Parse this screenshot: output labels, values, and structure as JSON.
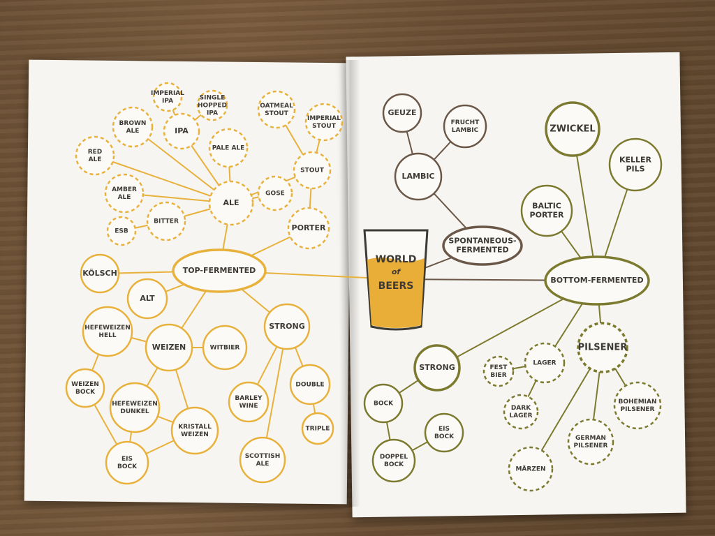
{
  "colors": {
    "top": "#e8b13c",
    "bottom": "#7c7a2f",
    "spont": "#6b5747",
    "glass": "#e9ae38"
  },
  "hub": {
    "line1": "WORLD",
    "line2": "of",
    "line3": "BEERS"
  },
  "nodes": {
    "top_fermented": "TOP-FERMENTED",
    "bottom_fermented": "BOTTOM-FERMENTED",
    "spontaneous": [
      "SPONTANEOUS-",
      "FERMENTED"
    ],
    "ale": "ALE",
    "imperial_ipa": [
      "IMPERIAL",
      "IPA"
    ],
    "single_hopped_ipa": [
      "SINGLE",
      "HOPPED",
      "IPA"
    ],
    "brown_ale": [
      "BROWN",
      "ALE"
    ],
    "ipa": "IPA",
    "pale_ale": "PALE ALE",
    "red_ale": [
      "RED",
      "ALE"
    ],
    "amber_ale": [
      "AMBER",
      "ALE"
    ],
    "bitter": "BITTER",
    "esb": "ESB",
    "oatmeal_stout": [
      "OATMEAL",
      "STOUT"
    ],
    "imperial_stout": [
      "IMPERIAL",
      "STOUT"
    ],
    "stout": "STOUT",
    "gose": "GOSE",
    "porter": "PORTER",
    "kolsch": "KÖLSCH",
    "alt": "ALT",
    "weizen": "WEIZEN",
    "hefeweizen_hell": [
      "HEFEWEIZEN",
      "HELL"
    ],
    "witbier": "WITBIER",
    "weizen_bock": [
      "WEIZEN",
      "BOCK"
    ],
    "hefeweizen_dunkel": [
      "HEFEWEIZEN",
      "DUNKEL"
    ],
    "kristall_weizen": [
      "KRISTALL",
      "WEIZEN"
    ],
    "eis_bock_left": [
      "EIS",
      "BOCK"
    ],
    "strong_left": "STRONG",
    "barley_wine": [
      "BARLEY",
      "WINE"
    ],
    "double": "DOUBLE",
    "triple": "TRIPLE",
    "scottish_ale": [
      "SCOTTISH",
      "ALE"
    ],
    "geuze": "GEUZE",
    "frucht_lambic": [
      "FRUCHT",
      "LAMBIC"
    ],
    "lambic": "LAMBIC",
    "zwickel": "ZWICKEL",
    "keller_pils": [
      "KELLER",
      "PILS"
    ],
    "baltic_porter": [
      "BALTIC",
      "PORTER"
    ],
    "strong_right": "STRONG",
    "bock": "BOCK",
    "doppel_bock": [
      "DOPPEL",
      "BOCK"
    ],
    "eis_bock_right": [
      "EIS",
      "BOCK"
    ],
    "fest_bier": [
      "FEST",
      "BIER"
    ],
    "lager": "LAGER",
    "dark_lager": [
      "DARK",
      "LAGER"
    ],
    "pilsener": "PILSENER",
    "bohemian_pilsener": [
      "BOHEMIAN",
      "PILSENER"
    ],
    "german_pilsener": [
      "GERMAN",
      "PILSENER"
    ],
    "marzen": "MÄRZEN"
  }
}
